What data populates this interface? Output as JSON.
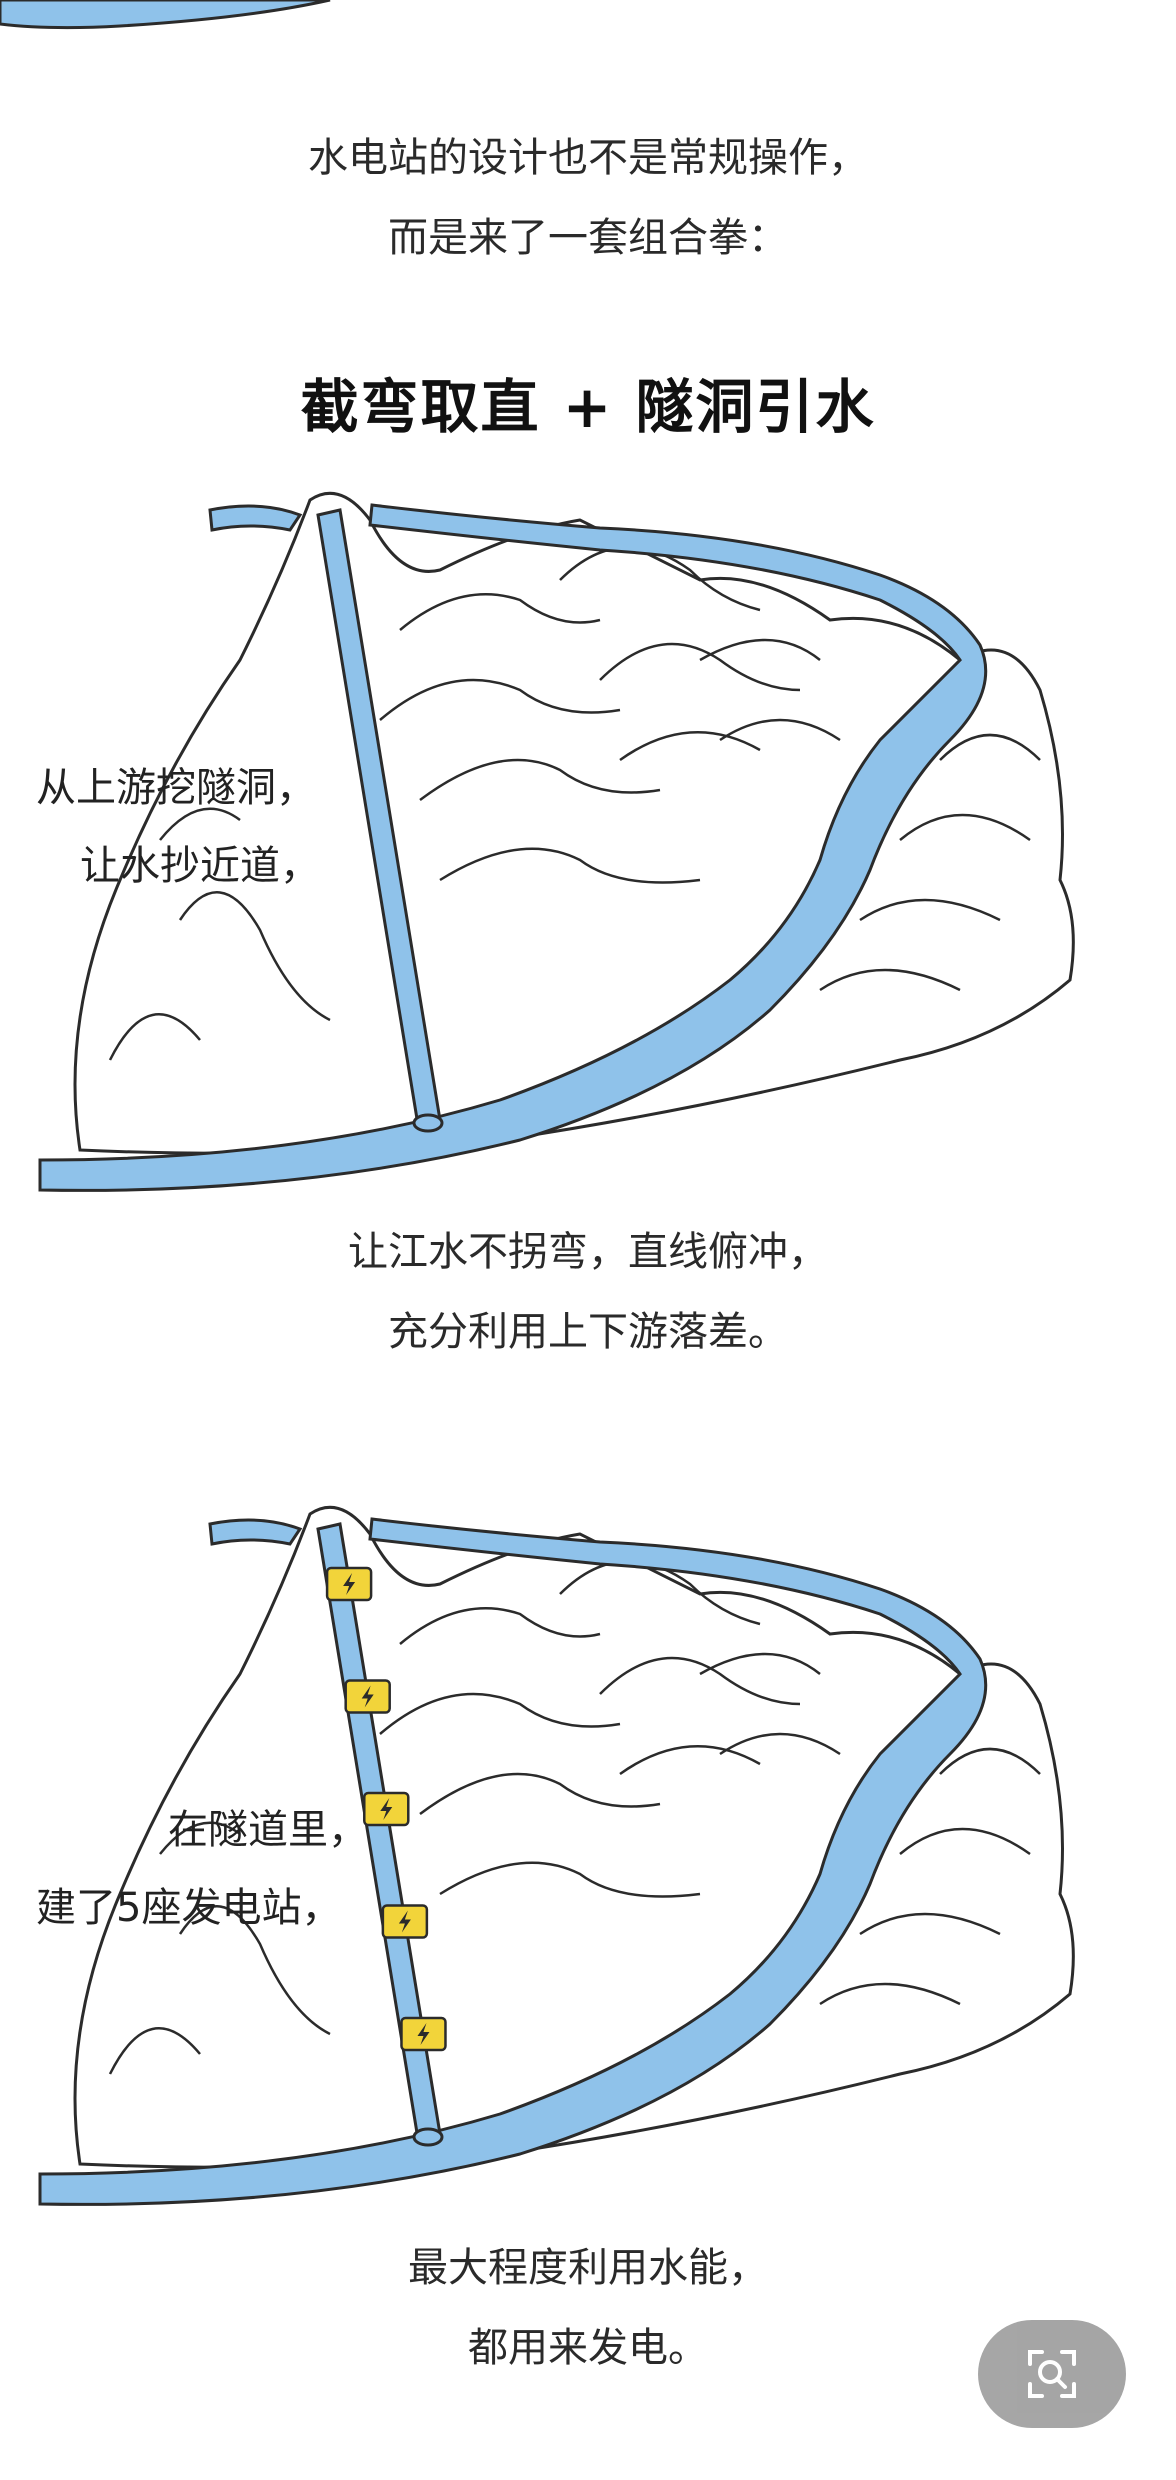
{
  "intro": {
    "line1": "水电站的设计也不是常规操作，",
    "line2": "而是来了一套组合拳："
  },
  "title": "截弯取直 + 隧洞引水",
  "diagram1": {
    "label_line1": "从上游挖隧洞，",
    "label_line2": "让水抄近道，"
  },
  "caption1": {
    "line1": "让江水不拐弯，直线俯冲，",
    "line2": "充分利用上下游落差。"
  },
  "diagram2": {
    "label_line1": "在隧道里，",
    "label_line2": "建了5座发电站，",
    "station_count": 5
  },
  "caption2": {
    "line1": "最大程度利用水能，",
    "line2": "都用来发电。"
  },
  "colors": {
    "water": "#8fc2ea",
    "water_stroke": "#2b2b2b",
    "station": "#f2d43a"
  },
  "icons": {
    "lens_button": "image-search-icon"
  }
}
